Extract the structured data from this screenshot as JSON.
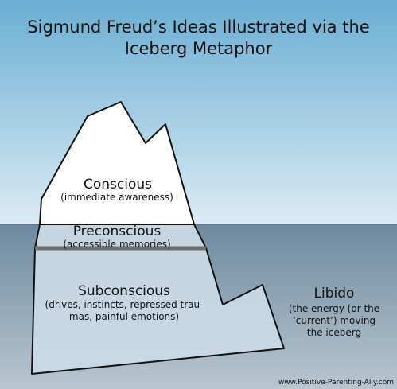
{
  "title": {
    "line1": "Sigmund Freud’s Ideas Illustrated via the",
    "line2": "Iceberg Metaphor"
  },
  "levels": {
    "conscious": {
      "label": "Conscious",
      "desc": "(immediate awareness)"
    },
    "preconscious": {
      "label": "Preconscious",
      "desc": "(accessible memories)"
    },
    "subconscious": {
      "label": "Subconscious",
      "desc_line1": "(drives, instincts, repressed trau-",
      "desc_line2": "mas, painful emotions)"
    }
  },
  "libido": {
    "label": "Libido",
    "desc_line1": "(the energy (or the",
    "desc_line2": "‘current’) moving",
    "desc_line3": "the iceberg"
  },
  "footer": {
    "credit": "www.Positive-Parenting-Ally.com"
  },
  "colors": {
    "sky_top": "#6aaed3",
    "sky_bottom": "#dcebf4",
    "water_top": "#6d8aa0",
    "water_bottom": "#b8c5cf",
    "ice_above": "#ffffff",
    "ice_below": "#c9d9e6",
    "outline": "#111111",
    "band": "#6e6e6e"
  }
}
